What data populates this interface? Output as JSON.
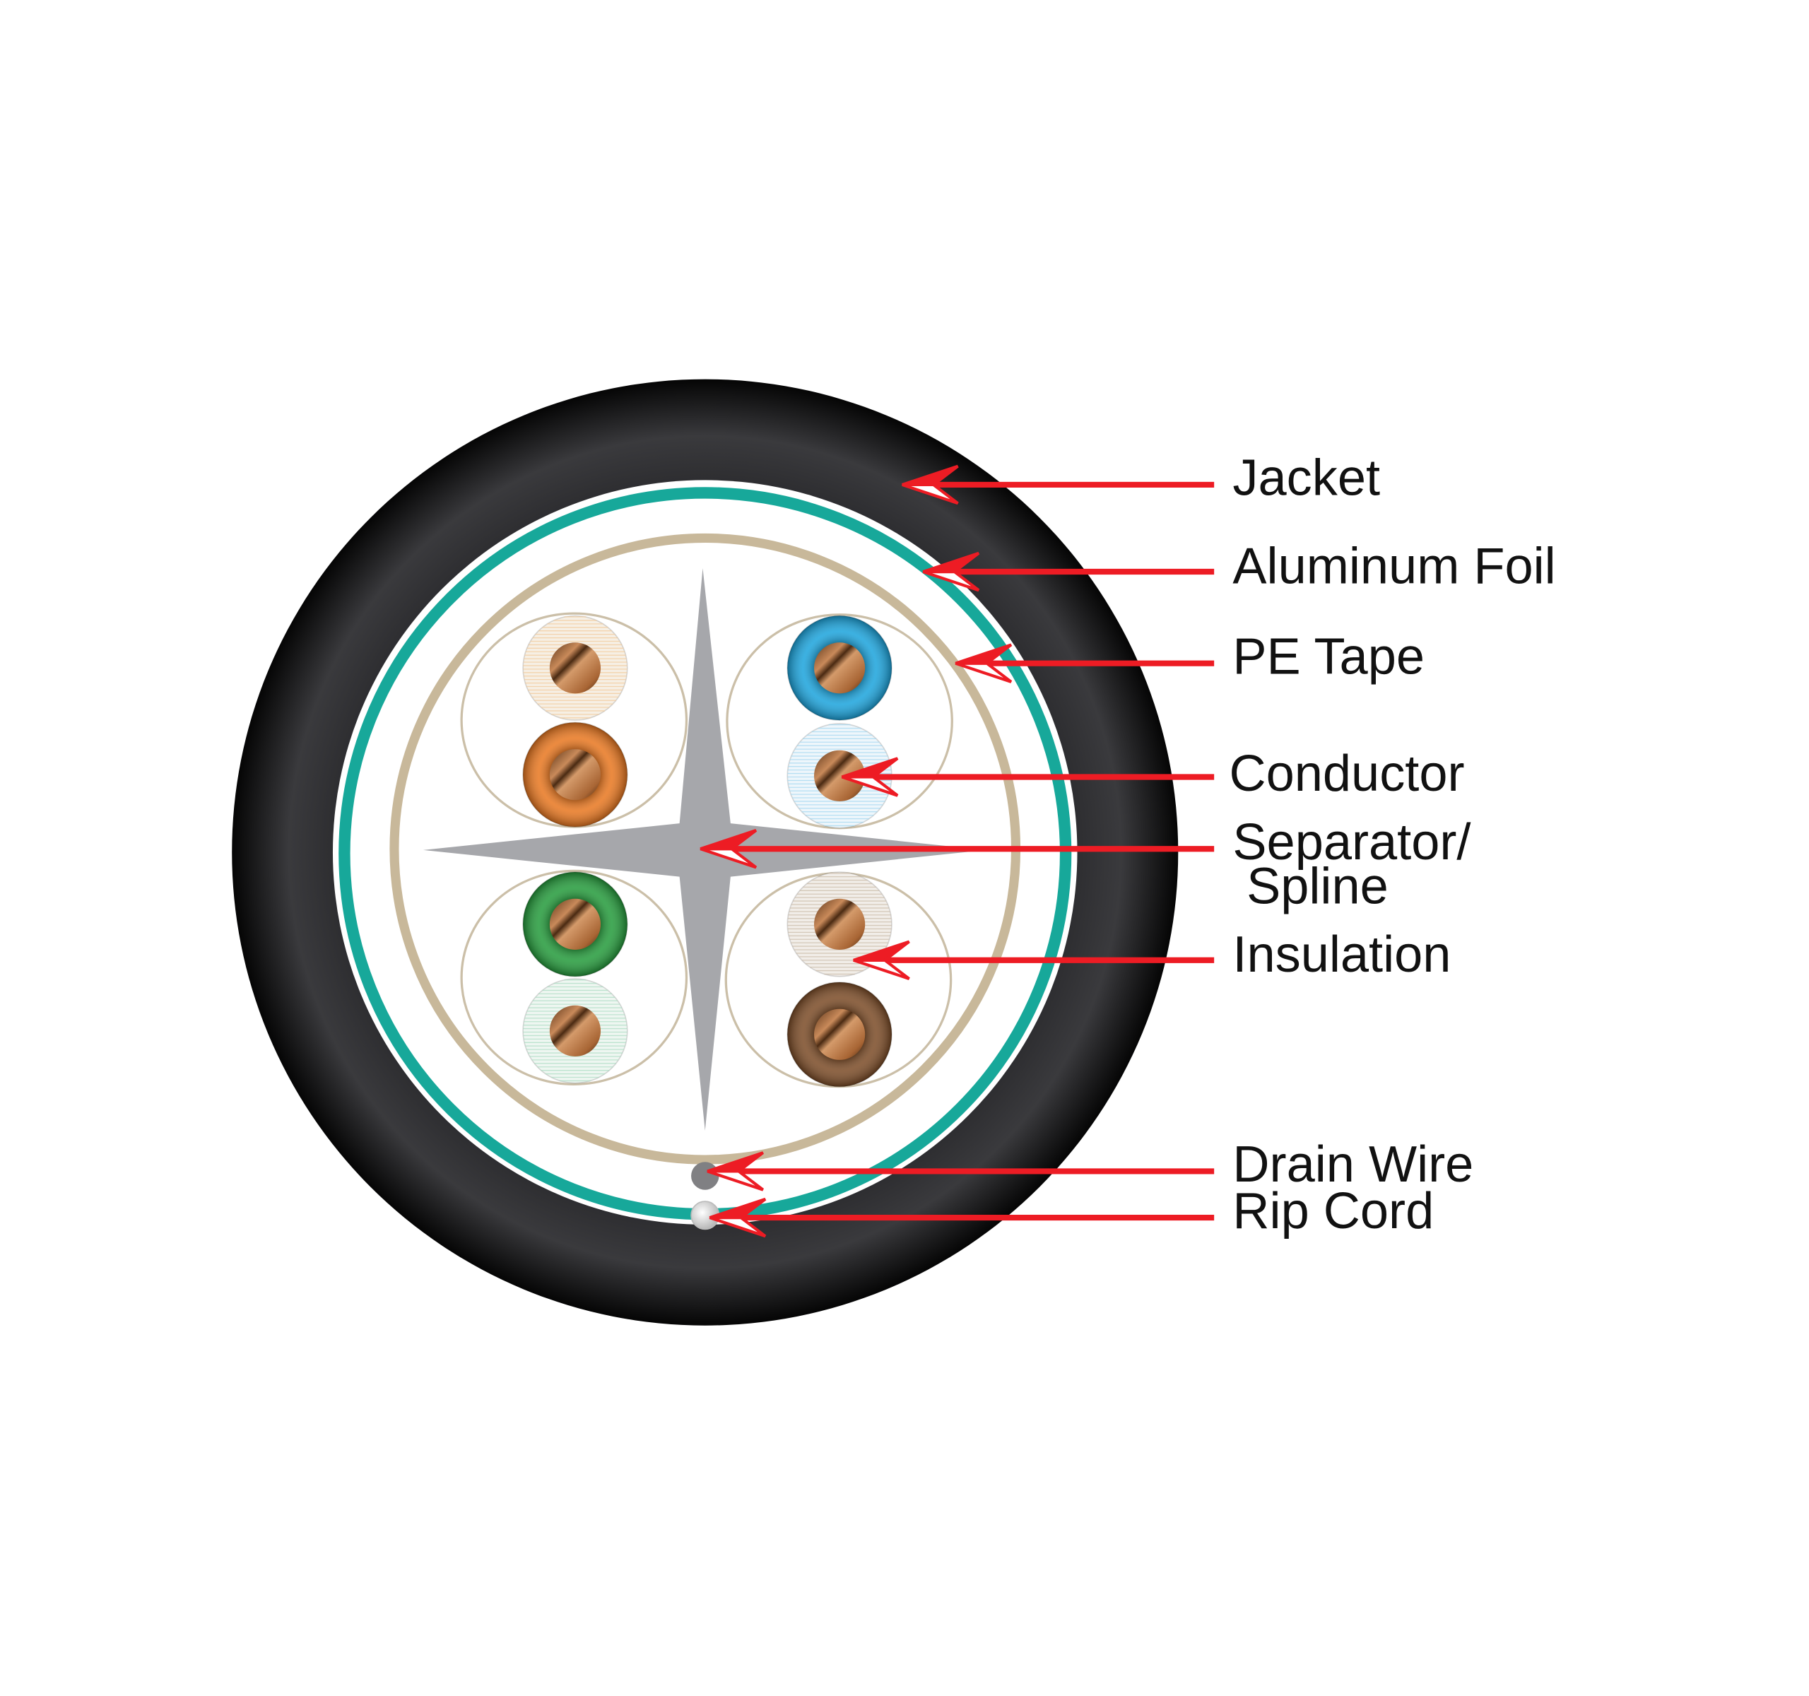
{
  "labels": {
    "jacket": "Jacket",
    "aluminum_foil": "Aluminum Foil",
    "pe_tape": "PE Tape",
    "conductor": "Conductor",
    "separator_line1": "Separator/",
    "separator_line2": "Spline",
    "insulation": "Insulation",
    "drain_wire": "Drain Wire",
    "rip_cord": "Rip Cord"
  },
  "colors": {
    "jacket": "#1a1a1c",
    "foil": "#17a89a",
    "pe_tape": "#c8b89a",
    "separator": "#a6a7ab",
    "arrow": "#ed1c24",
    "conductor": "#b8744a",
    "drain_wire": "#808083",
    "rip_cord": "#f2f2f2"
  },
  "wires": [
    {
      "name": "white-orange",
      "color": "#f6efe4",
      "stripe": "#f3c896"
    },
    {
      "name": "orange",
      "color": "#e8761e",
      "stripe": ""
    },
    {
      "name": "blue",
      "color": "#1aa3dc",
      "stripe": ""
    },
    {
      "name": "white-blue",
      "color": "#eef6fb",
      "stripe": "#9fd6f0"
    },
    {
      "name": "green",
      "color": "#239a3a",
      "stripe": ""
    },
    {
      "name": "white-green",
      "color": "#eef6f1",
      "stripe": "#a9dcc1"
    },
    {
      "name": "white-brown",
      "color": "#f1ede8",
      "stripe": "#c9b9a6"
    },
    {
      "name": "brown",
      "color": "#7a4a25",
      "stripe": ""
    }
  ]
}
